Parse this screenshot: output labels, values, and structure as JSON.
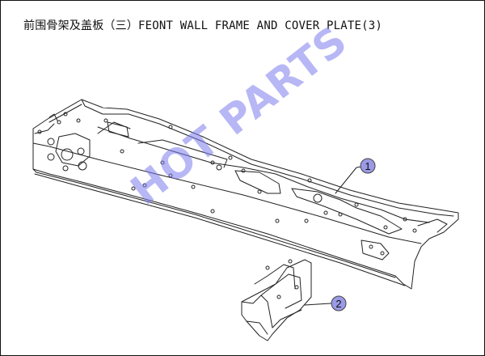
{
  "title": "前围骨架及盖板（三）FEONT WALL FRAME AND COVER PLATE(3)",
  "watermark": "HOT PARTS",
  "callouts": [
    {
      "number": "1",
      "part": "front-wall-frame"
    },
    {
      "number": "2",
      "part": "cover-plate-bracket"
    }
  ],
  "colors": {
    "line": "#222222",
    "callout_fill": "#9a9ae6",
    "watermark": "#7d7df0"
  }
}
